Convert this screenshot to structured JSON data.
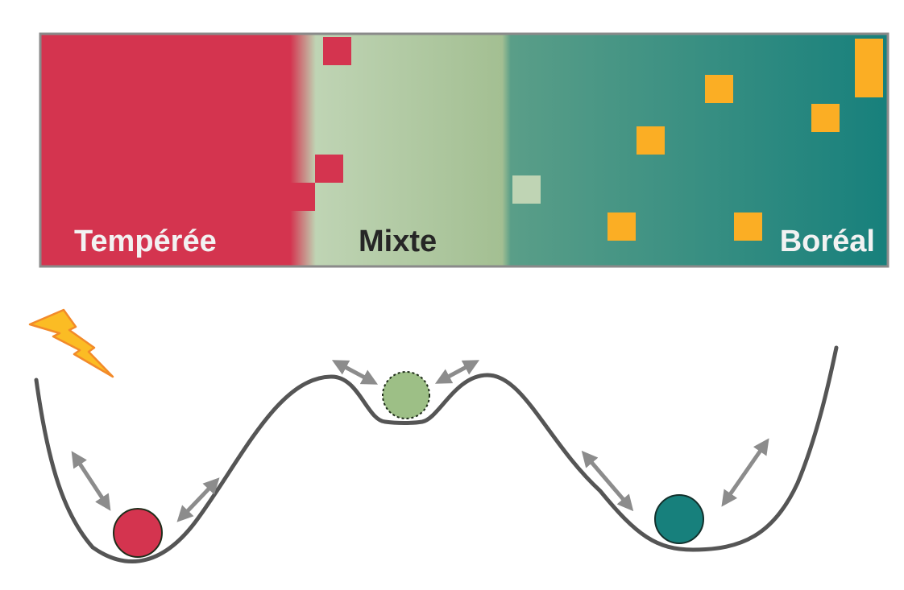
{
  "zones": [
    {
      "label": "Tempérée",
      "color": "#d4344f",
      "label_color": "#f2f2f2"
    },
    {
      "label": "Mixte",
      "color": "#a8c29a",
      "label_color": "#262626"
    },
    {
      "label": "Boréal",
      "color": "#17807c",
      "label_color": "#f2f2f2"
    }
  ],
  "colors": {
    "temperate": "#d4344f",
    "mixed_light": "#bfd4b4",
    "mixed": "#a3bf92",
    "boreal_light": "#5a9e88",
    "boreal": "#17807c",
    "patch_boreal": "#fbae24",
    "curve": "#555555",
    "arrow": "#8c8c8c",
    "frame": "#8a8a8a",
    "lightning_fill": "#fbbc24",
    "lightning_stroke": "#f28a2a"
  },
  "states": [
    {
      "name": "temperate",
      "stable": true,
      "color": "#d4344f"
    },
    {
      "name": "mixed",
      "stable": false,
      "color": "#9dbf86"
    },
    {
      "name": "boreal",
      "stable": true,
      "color": "#17807c"
    }
  ],
  "disturbance_icon": "lightning-icon"
}
